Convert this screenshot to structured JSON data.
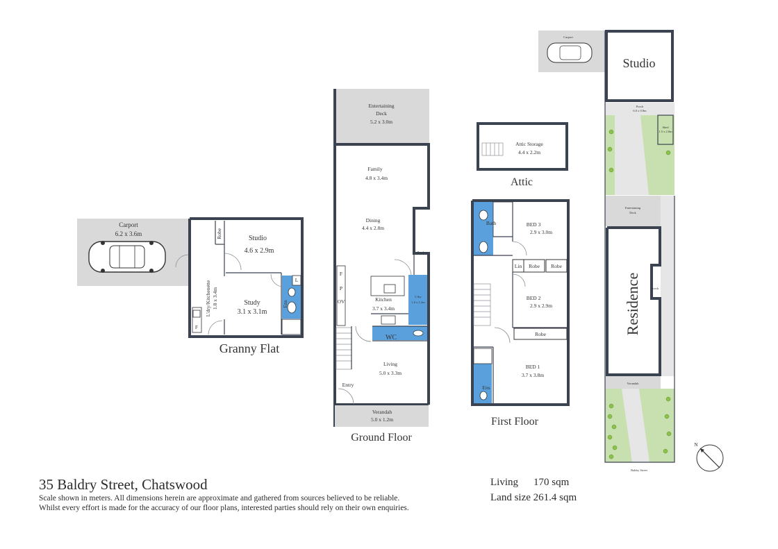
{
  "address": "35 Baldry Street, Chatswood",
  "disclaimer_line1": "Scale shown in meters. All dimensions herein are approximate and gathered from sources believed to be reliable.",
  "disclaimer_line2": "Whilst every effort is made for the accuracy of our floor plans, interested parties should rely on their own enquiries.",
  "areas": {
    "living_label": "Living",
    "living_value": "170 sqm",
    "land_label": "Land size",
    "land_value": "261.4 sqm"
  },
  "floors": {
    "granny_flat": "Granny Flat",
    "ground_floor": "Ground Floor",
    "first_floor": "First Floor",
    "attic": "Attic"
  },
  "granny_flat": {
    "carport_name": "Carport",
    "carport_dim": "6.2 x 3.6m",
    "studio_name": "Studio",
    "studio_dim": "4.6 x 2.9m",
    "study_name": "Study",
    "study_dim": "3.1 x 3.1m",
    "kitchenette_name": "L'dry/Kitchenette",
    "kitchenette_dim": "1.8 x 3.4m",
    "robe": "Robe",
    "ens": "Ens",
    "l": "L",
    "f": "F"
  },
  "ground": {
    "deck_name": "Entertaining",
    "deck_name2": "Deck",
    "deck_dim": "5.2 x 3.0m",
    "family_name": "Family",
    "family_dim": "4.8 x 3.4m",
    "dining_name": "Dining",
    "dining_dim": "4.4 x 2.8m",
    "porch": "Porch",
    "kitchen_name": "Kitchen",
    "kitchen_dim": "3.7 x 3.4m",
    "ldry_name": "L'dry",
    "ldry_dim": "1.6 x 2.2m",
    "f": "F",
    "p": "P",
    "ov": "OV",
    "wc": "WC",
    "living_name": "Living",
    "living_dim": "5.0 x 3.3m",
    "entry": "Entry",
    "verandah_name": "Verandah",
    "verandah_dim": "5.0 x 1.2m"
  },
  "attic": {
    "storage_name": "Attic Storage",
    "storage_dim": "4.4 x 2.2m"
  },
  "first": {
    "bath": "Bath",
    "bed3_name": "BED 3",
    "bed3_dim": "2.9 x 3.0m",
    "lin": "Lin",
    "robe": "Robe",
    "bed2_name": "BED 2",
    "bed2_dim": "2.9 x 2.9m",
    "bed1_name": "BED 1",
    "bed1_dim": "3.7 x 3.8m",
    "ens": "Ens"
  },
  "site": {
    "carport": "Carport",
    "studio": "Studio",
    "porch_top": "Porch",
    "porch_top_dim": "6.0 x 0.8m",
    "shed": "Shed",
    "shed_dim": "1.5 x 2.0m",
    "deck": "Entertaining",
    "deck2": "Deck",
    "residence": "Residence",
    "porch_side": "Porch",
    "verandah": "Verandah",
    "street": "Baldry Street",
    "north": "N"
  },
  "colors": {
    "wall": "#3b4250",
    "wet_area": "#5aa0dc",
    "deck": "#d9d9d9",
    "lawn": "#c8dfb0"
  }
}
